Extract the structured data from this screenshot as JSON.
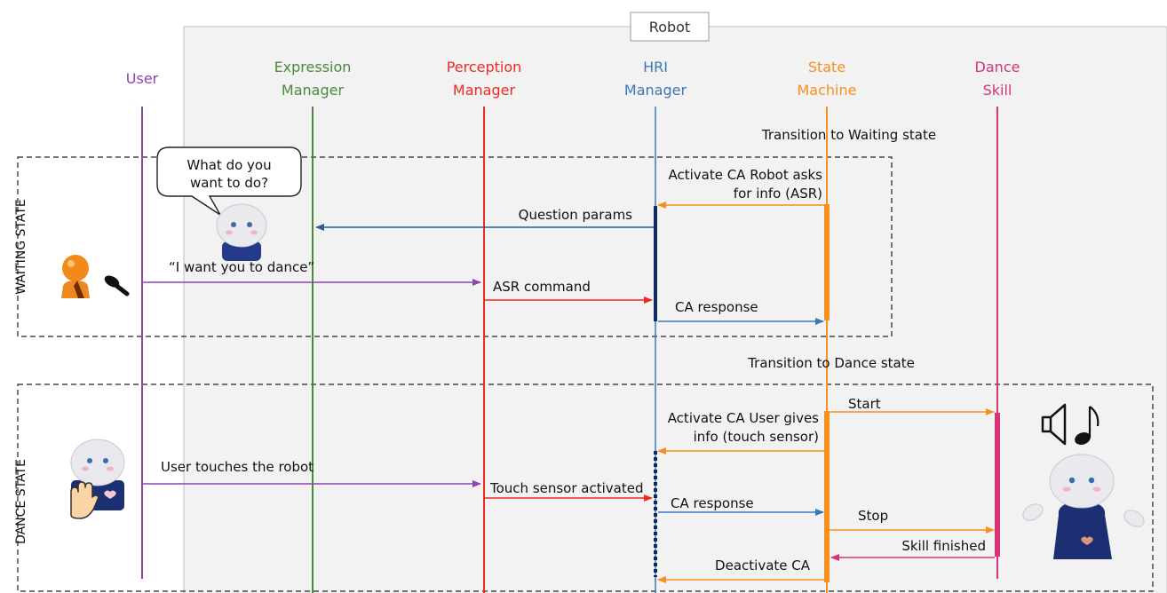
{
  "system_title": "Robot",
  "lifelines": [
    {
      "key": "user",
      "label": [
        "User"
      ],
      "color": "#8e44ad"
    },
    {
      "key": "expression",
      "label": [
        "Expression",
        "Manager"
      ],
      "color": "#4a8a3a"
    },
    {
      "key": "perception",
      "label": [
        "Perception",
        "Manager"
      ],
      "color": "#ee2a24"
    },
    {
      "key": "hri",
      "label": [
        "HRI",
        "Manager"
      ],
      "color": "#3a78b8"
    },
    {
      "key": "state",
      "label": [
        "State",
        "Machine"
      ],
      "color": "#f7901e"
    },
    {
      "key": "dance",
      "label": [
        "Dance",
        "Skill"
      ],
      "color": "#d6337a"
    }
  ],
  "states": [
    {
      "label": "WAITING STATE"
    },
    {
      "label": "DANCE STATE"
    }
  ],
  "speech_bubble": [
    "What do you",
    "want to do?"
  ],
  "notes": [
    "Transition to Waiting state",
    "Transition to Dance state"
  ],
  "messages": [
    {
      "from": "state",
      "to": "hri",
      "label": [
        "Activate CA Robot asks",
        "for info (ASR)"
      ]
    },
    {
      "from": "hri",
      "to": "expression",
      "label": [
        "Question params"
      ]
    },
    {
      "from": "user",
      "to": "perception",
      "label": [
        "“I want you to dance”"
      ]
    },
    {
      "from": "perception",
      "to": "hri",
      "label": [
        "ASR command"
      ]
    },
    {
      "from": "hri",
      "to": "state",
      "label": [
        "CA response"
      ]
    },
    {
      "from": "state",
      "to": "dance",
      "label": [
        "Start"
      ]
    },
    {
      "from": "state",
      "to": "hri",
      "label": [
        "Activate CA User gives",
        "info (touch sensor)"
      ]
    },
    {
      "from": "user",
      "to": "perception",
      "label": [
        "User touches the robot"
      ]
    },
    {
      "from": "perception",
      "to": "hri",
      "label": [
        "Touch sensor activated"
      ]
    },
    {
      "from": "hri",
      "to": "state",
      "label": [
        "CA response"
      ]
    },
    {
      "from": "state",
      "to": "dance",
      "label": [
        "Stop"
      ]
    },
    {
      "from": "dance",
      "to": "state",
      "label": [
        "Skill finished"
      ]
    },
    {
      "from": "state",
      "to": "hri",
      "label": [
        "Deactivate CA"
      ]
    }
  ],
  "icons": [
    "user-figure-icon",
    "microphone-icon",
    "robot-icon",
    "hand-icon",
    "speaker-icon",
    "music-note-icon"
  ]
}
